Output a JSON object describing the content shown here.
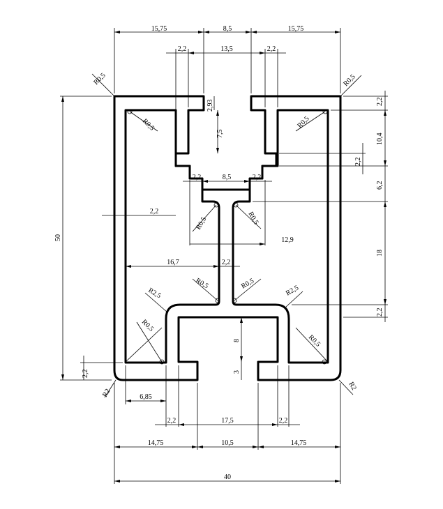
{
  "drawing": {
    "top": {
      "left_width": "15,75",
      "center_width": "8,5",
      "right_width": "15,75"
    },
    "slot_top": {
      "left_wall": "2,2",
      "inner_width": "13,5",
      "right_wall": "2,2"
    },
    "corner_outer_tl": "R0,5",
    "corner_outer_tr": "R0,5",
    "corner_inner_tl": "R0,5",
    "corner_inner_tr": "R0,5",
    "slot_depth_a": "2,93",
    "slot_depth_b": "7,5",
    "right_dims": {
      "top_wall": "2,2",
      "upper": "10,4",
      "step": "2,2",
      "gap": "6,2",
      "middle": "18",
      "bottom_wall": "2,2"
    },
    "neck": {
      "left_wall": "2,2",
      "width": "8,5",
      "right_wall": "2,2"
    },
    "left_wall": "2,2",
    "web_fillet_left": "R0,5",
    "web_fillet_right": "R0,5",
    "web_offset": "12,9",
    "web_left": "16,7",
    "web_thickness": "2,2",
    "fillet_bl_web": "R0,5",
    "fillet_br_web": "R0,5",
    "pocket_r_left": "R2,5",
    "pocket_r_right": "R2,5",
    "height_total": "50",
    "pocket_depth": "8",
    "lip_height": "3",
    "corner_inner_bl": "R0,5",
    "corner_inner_br": "R0,5",
    "bottom_wall_left": "2,2",
    "corner_outer_bl": "R2",
    "corner_outer_br": "R2",
    "foot_width": "6,85",
    "bottom_slot": {
      "left_wall": "2,2",
      "width": "17,5",
      "right_wall": "2,2"
    },
    "base": {
      "left": "14,75",
      "center": "10,5",
      "right": "14,75"
    },
    "width_total": "40"
  }
}
